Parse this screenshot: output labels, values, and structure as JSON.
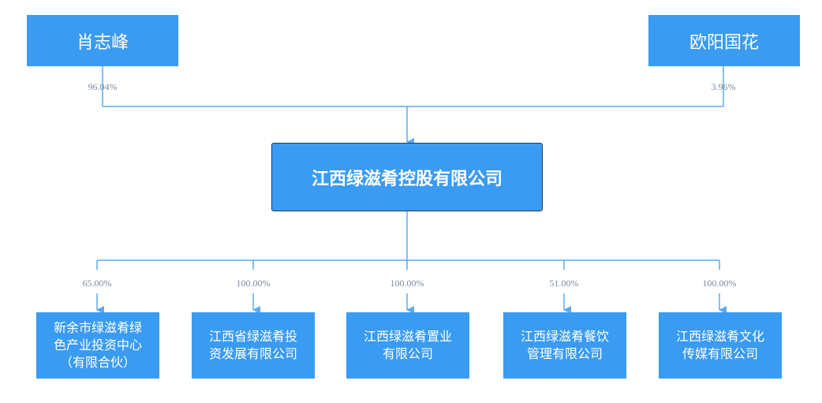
{
  "shareholders": [
    {
      "name": "肖志峰",
      "share": "96.04%"
    },
    {
      "name": "欧阳国花",
      "share": "3.96%"
    }
  ],
  "company": {
    "name": "江西绿滋肴控股有限公司"
  },
  "subsidiaries": [
    {
      "name": "新余市绿滋肴绿\n色产业投资中心\n（有限合伙）",
      "share": "65.00%"
    },
    {
      "name": "江西省绿滋肴投\n资发展有限公司",
      "share": "100.00%"
    },
    {
      "name": "江西绿滋肴置业\n有限公司",
      "share": "100.00%"
    },
    {
      "name": "江西绿滋肴餐饮\n管理有限公司",
      "share": "51.00%"
    },
    {
      "name": "江西绿滋肴文化\n传媒有限公司",
      "share": "100.00%"
    }
  ],
  "colors": {
    "box": "#3a9bf2",
    "line": "#5aaaf0",
    "text": "#ffffff",
    "percent": "#7d8aa0"
  }
}
